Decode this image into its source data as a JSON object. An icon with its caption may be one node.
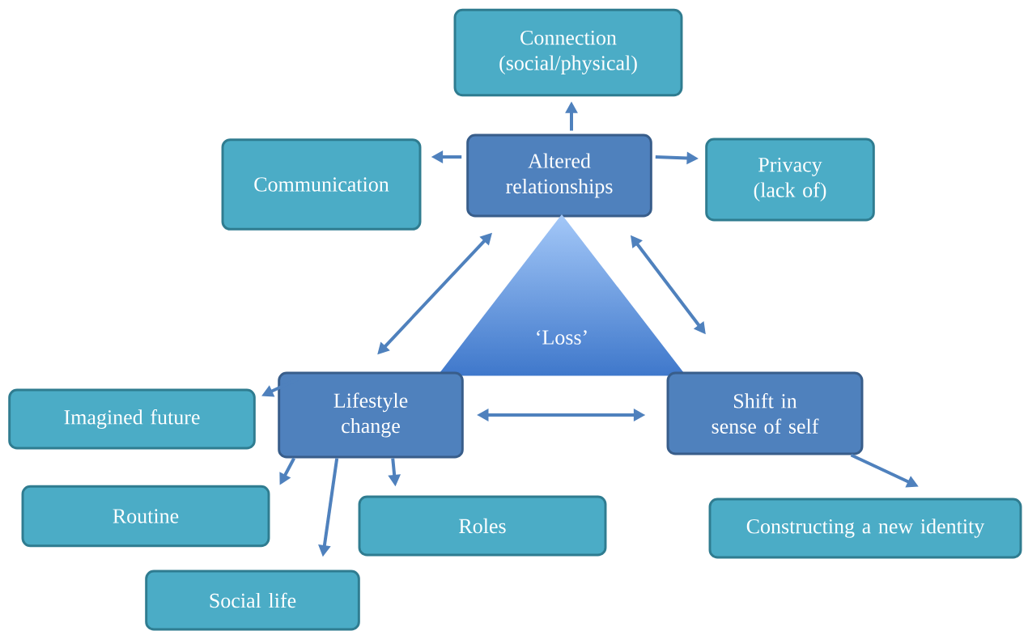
{
  "diagram": {
    "nodes": [
      {
        "text": [
          "Connection (social/physical)"
        ]
      },
      {
        "text": [
          "Communication"
        ]
      },
      {
        "text": [
          "Altered relationships"
        ]
      },
      {
        "text": [
          "Privacy (lack of)"
        ]
      },
      {
        "text": [
          "‘Loss’"
        ]
      },
      {
        "text": [
          "Imagined future"
        ]
      },
      {
        "text": [
          "Lifestyle change"
        ]
      },
      {
        "text": [
          "Shift in sense of self"
        ]
      },
      {
        "text": [
          "Routine"
        ]
      },
      {
        "text": [
          "Roles"
        ]
      },
      {
        "text": [
          "Constructing a new identity"
        ]
      },
      {
        "text": [
          "Social life"
        ]
      }
    ],
    "edges": [
      {
        "from": 2,
        "to": 0,
        "arrow": "to"
      },
      {
        "from": 2,
        "to": 1,
        "arrow": "to"
      },
      {
        "from": 2,
        "to": 3,
        "arrow": "to"
      },
      {
        "from": 2,
        "to": 6,
        "arrow": "both"
      },
      {
        "from": 2,
        "to": 7,
        "arrow": "both"
      },
      {
        "from": 6,
        "to": 7,
        "arrow": "both"
      },
      {
        "from": 6,
        "to": 5,
        "arrow": "to"
      },
      {
        "from": 6,
        "to": 8,
        "arrow": "to"
      },
      {
        "from": 6,
        "to": 11,
        "arrow": "to"
      },
      {
        "from": 6,
        "to": 9,
        "arrow": "to"
      },
      {
        "from": 7,
        "to": 10,
        "arrow": "to"
      }
    ]
  }
}
